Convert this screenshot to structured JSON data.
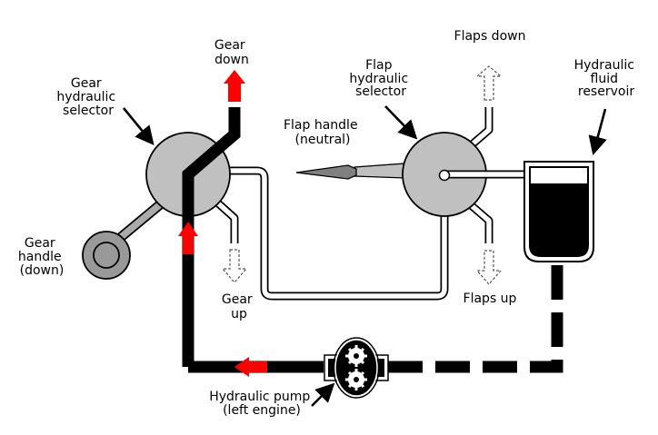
{
  "diagram": {
    "title": "Aircraft hydraulic system: gear and flap selectors",
    "labels": {
      "gear_down": [
        "Gear",
        "down"
      ],
      "gear_selector": [
        "Gear",
        "hydraulic",
        "selector"
      ],
      "gear_handle": [
        "Gear",
        "handle",
        "(down)"
      ],
      "gear_up": [
        "Gear",
        "up"
      ],
      "flap_handle": [
        "Flap handle",
        "(neutral)"
      ],
      "flap_selector": [
        "Flap",
        "hydraulic",
        "selector"
      ],
      "flaps_down": "Flaps down",
      "flaps_up": "Flaps up",
      "reservoir": [
        "Hydraulic",
        "fluid",
        "reservoir"
      ],
      "pump": [
        "Hydraulic pump",
        "(left engine)"
      ]
    },
    "states": {
      "gear_handle_position": "down",
      "flap_handle_position": "neutral",
      "active_flow": "Gear down"
    },
    "colors": {
      "flow_arrow": "#ff0000",
      "selector_fill": "#c0c0c0",
      "handle_fill": "#999999",
      "fluid": "#000000"
    }
  }
}
